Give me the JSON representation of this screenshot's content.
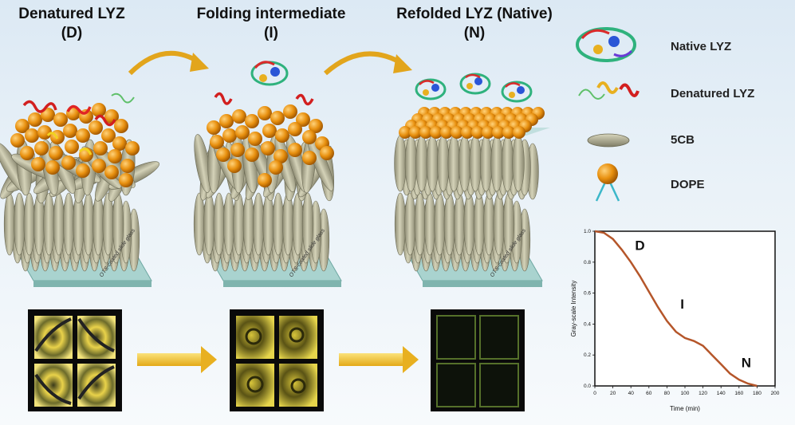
{
  "stages": [
    {
      "title": "Denatured LYZ",
      "code": "(D)"
    },
    {
      "title": "Folding intermediate",
      "code": "(I)"
    },
    {
      "title": "Refolded LYZ (Native)",
      "code": "(N)"
    }
  ],
  "substrate_label": "OTS-coated slide glass",
  "legend": [
    {
      "label": "Native LYZ",
      "icon": "native-protein-icon"
    },
    {
      "label": "Denatured LYZ",
      "icon": "denatured-protein-icon"
    },
    {
      "label": "5CB",
      "icon": "liquid-crystal-ellipsoid-icon"
    },
    {
      "label": "DOPE",
      "icon": "lipid-headgroup-icon"
    }
  ],
  "colors": {
    "droplet": "#e8900f",
    "ellipsoid": "#b6b49a",
    "arrow": "#f2c230",
    "curve": "#b5562a",
    "glass": "#a9d3cf"
  },
  "chart_data": {
    "type": "line",
    "xlabel": "Time (min)",
    "ylabel": "Gray-scale Intensity",
    "xlim": [
      0,
      200
    ],
    "ylim": [
      0,
      1.0
    ],
    "xticks": [
      0,
      20,
      40,
      60,
      80,
      100,
      120,
      140,
      160,
      180,
      200
    ],
    "yticks": [
      0,
      0.2,
      0.4,
      0.6,
      0.8,
      1.0
    ],
    "x": [
      0,
      10,
      20,
      30,
      40,
      50,
      60,
      70,
      80,
      90,
      100,
      110,
      120,
      130,
      140,
      150,
      160,
      170,
      180
    ],
    "y": [
      1.0,
      0.99,
      0.95,
      0.88,
      0.8,
      0.71,
      0.61,
      0.51,
      0.42,
      0.35,
      0.31,
      0.29,
      0.26,
      0.2,
      0.14,
      0.08,
      0.04,
      0.015,
      0.0
    ],
    "annotations": [
      {
        "text": "D",
        "x": 50,
        "y": 0.88
      },
      {
        "text": "I",
        "x": 97,
        "y": 0.5
      },
      {
        "text": "N",
        "x": 168,
        "y": 0.12
      }
    ]
  }
}
